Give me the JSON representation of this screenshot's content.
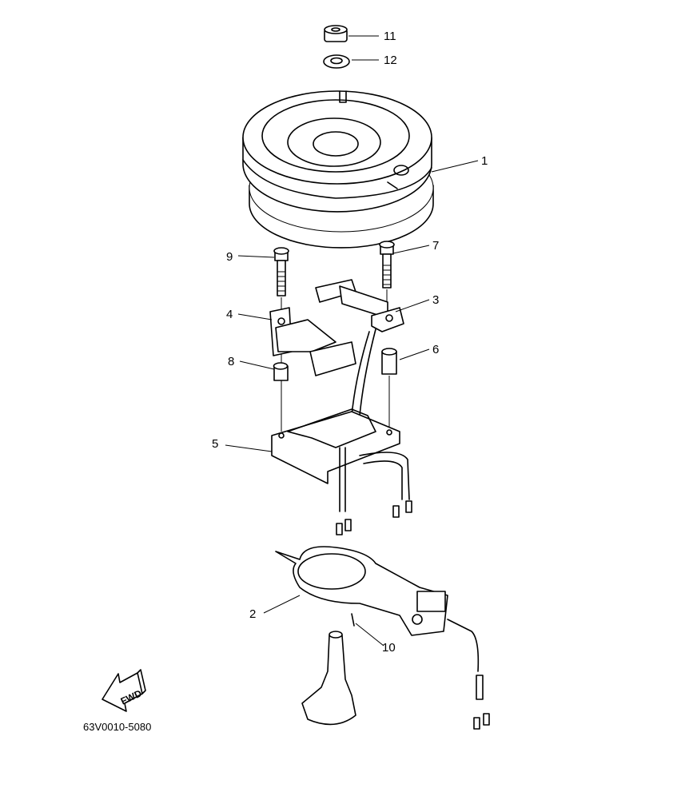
{
  "diagram": {
    "part_labels": {
      "p1": "1",
      "p2": "2",
      "p3": "3",
      "p4": "4",
      "p5": "5",
      "p6": "6",
      "p7": "7",
      "p8": "8",
      "p9": "9",
      "p10": "10",
      "p11": "11",
      "p12": "12"
    },
    "direction_badge": "FWD",
    "drawing_code": "63V0010-5080"
  }
}
